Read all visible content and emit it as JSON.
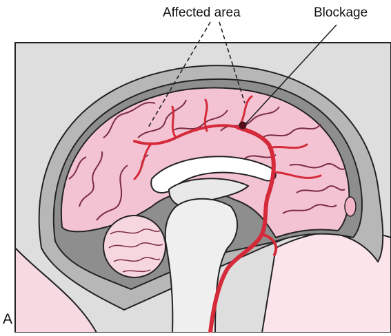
{
  "labels": {
    "affected_area": "Affected area",
    "blockage": "Blockage",
    "panel": "A"
  },
  "colors": {
    "background_panel": "#dcdcdc",
    "skull": "#9a9a9a",
    "brain_tissue": "#f4c3d3",
    "brain_folds": "#7a2b40",
    "artery": "#d42a3a",
    "brainstem": "#eeeeee",
    "cerebellum": "#f6d6df",
    "skin": "#fbe4ea"
  },
  "icons": {
    "figure": "brain-sagittal-section-illustration"
  }
}
